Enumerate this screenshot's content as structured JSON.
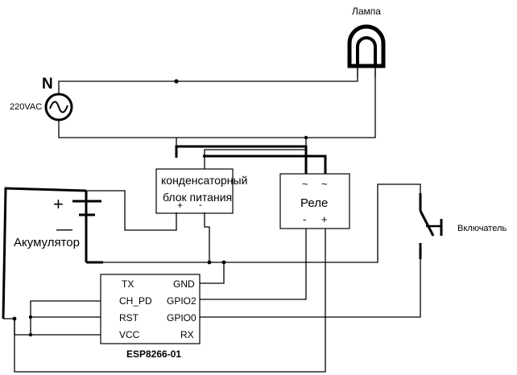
{
  "labels": {
    "lamp": "Лампа",
    "phase_n": "N",
    "source_voltage": "220VAC",
    "psu_line1": "конденсаторный",
    "psu_line2": "блок питания",
    "psu_plus": "+",
    "psu_minus": "-",
    "relay_title": "Реле",
    "relay_ac1": "~",
    "relay_ac2": "~",
    "relay_minus": "-",
    "relay_plus": "+",
    "battery_plus": "+",
    "battery_minus": "—",
    "battery_name": "Акумулятор",
    "switch_name": "Включатель",
    "chip_name": "ESP8266-01"
  },
  "esp_pins": {
    "left": [
      "TX",
      "CH_PD",
      "RST",
      "VCC"
    ],
    "right": [
      "GND",
      "GPIO2",
      "GPIO0",
      "RX"
    ]
  }
}
